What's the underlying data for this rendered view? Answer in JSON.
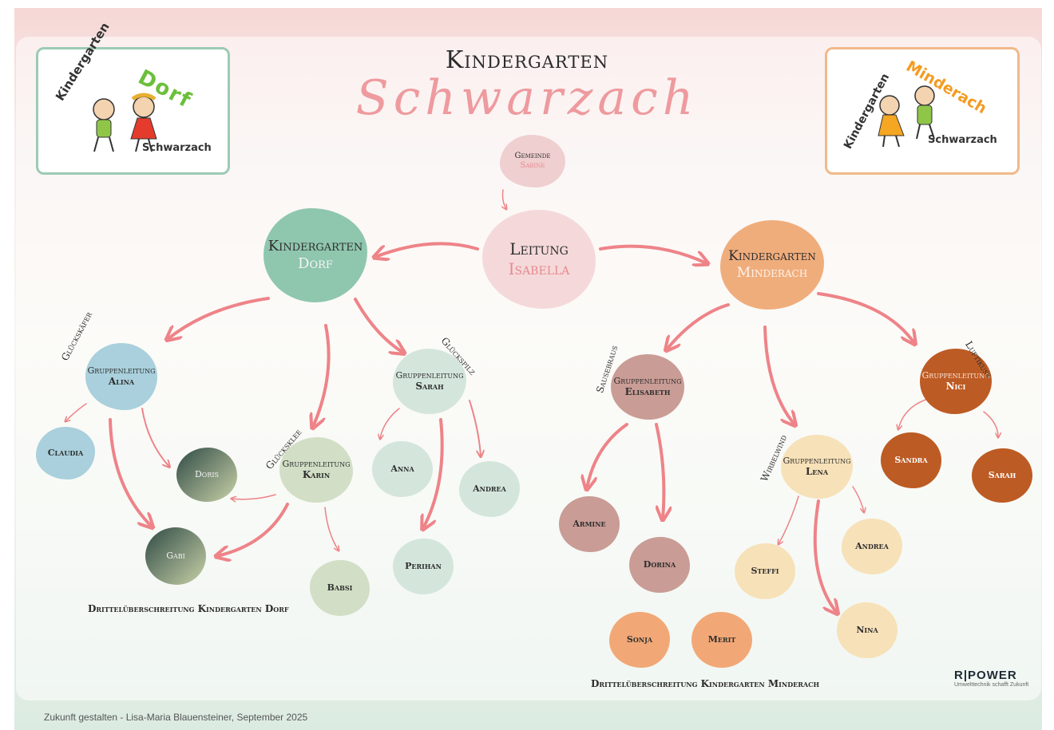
{
  "header": {
    "title_top": "Kindergarten",
    "title_script": "Schwarzach"
  },
  "logos": {
    "dorf": {
      "word": "Kindergarten",
      "name": "Dorf",
      "place": "Schwarzach"
    },
    "minderach": {
      "word": "Kindergarten",
      "name": "Minderach",
      "place": "Schwarzach"
    }
  },
  "gemeinde": {
    "role": "Gemeinde",
    "name": "Sabine"
  },
  "leitung": {
    "role": "Leitung",
    "name": "Isabella"
  },
  "kg_dorf": {
    "line1": "Kindergarten",
    "line2": "Dorf"
  },
  "kg_minderach": {
    "line1": "Kindergarten",
    "line2": "Minderach"
  },
  "groups": {
    "glueckskaefer": {
      "tag": "Glückskäfer",
      "role": "Gruppenleitung",
      "name": "Alina"
    },
    "gluecksklee": {
      "tag": "Glücksklee",
      "role": "Gruppenleitung",
      "name": "Karin"
    },
    "glueckspilz": {
      "tag": "Glückspilz",
      "role": "Gruppenleitung",
      "name": "Sarah"
    },
    "sausebraus": {
      "tag": "Sausebraus",
      "role": "Gruppenleitung",
      "name": "Elisabeth"
    },
    "wirbelwind": {
      "tag": "Wirbelwind",
      "role": "Gruppenleitung",
      "name": "Lena"
    },
    "luftikuss": {
      "tag": "Luftikuss",
      "role": "Gruppenleitung",
      "name": "Nici"
    }
  },
  "staff": {
    "claudia": "Claudia",
    "doris": "Doris",
    "gabi": "Gabi",
    "babsi": "Babsi",
    "anna": "Anna",
    "andrea_dorf": "Andrea",
    "perihan": "Perihan",
    "armine": "Armine",
    "dorina": "Dorina",
    "sonja": "Sonja",
    "merit": "Merit",
    "steffi": "Steffi",
    "andrea_min": "Andrea",
    "nina": "Nina",
    "sandra": "Sandra",
    "sarah_min": "Sarah"
  },
  "captions": {
    "dorf": "Drittelüberschreitung Kindergarten Dorf",
    "minderach": "Drittelüberschreitung Kindergarten Minderach"
  },
  "brand": {
    "name": "R|POWER",
    "tagline": "Umwelttechnik schafft Zukunft"
  },
  "footer": {
    "text": "Zukunft gestalten - Lisa-Maria Blauensteiner, September 2025"
  },
  "colors": {
    "arrow": "#ee8388",
    "dorf": "#8fc6ae",
    "minderach": "#f0ad7c",
    "leitung": "#f5d9da",
    "gemeinde": "#f0cfd0",
    "blue": "#a9d0dc",
    "sage": "#d2dfc6",
    "mint": "#d4e6dc",
    "mauve": "#c99c95",
    "cream": "#f7e1b8",
    "peach": "#f2a876",
    "rust": "#bd5b24"
  }
}
